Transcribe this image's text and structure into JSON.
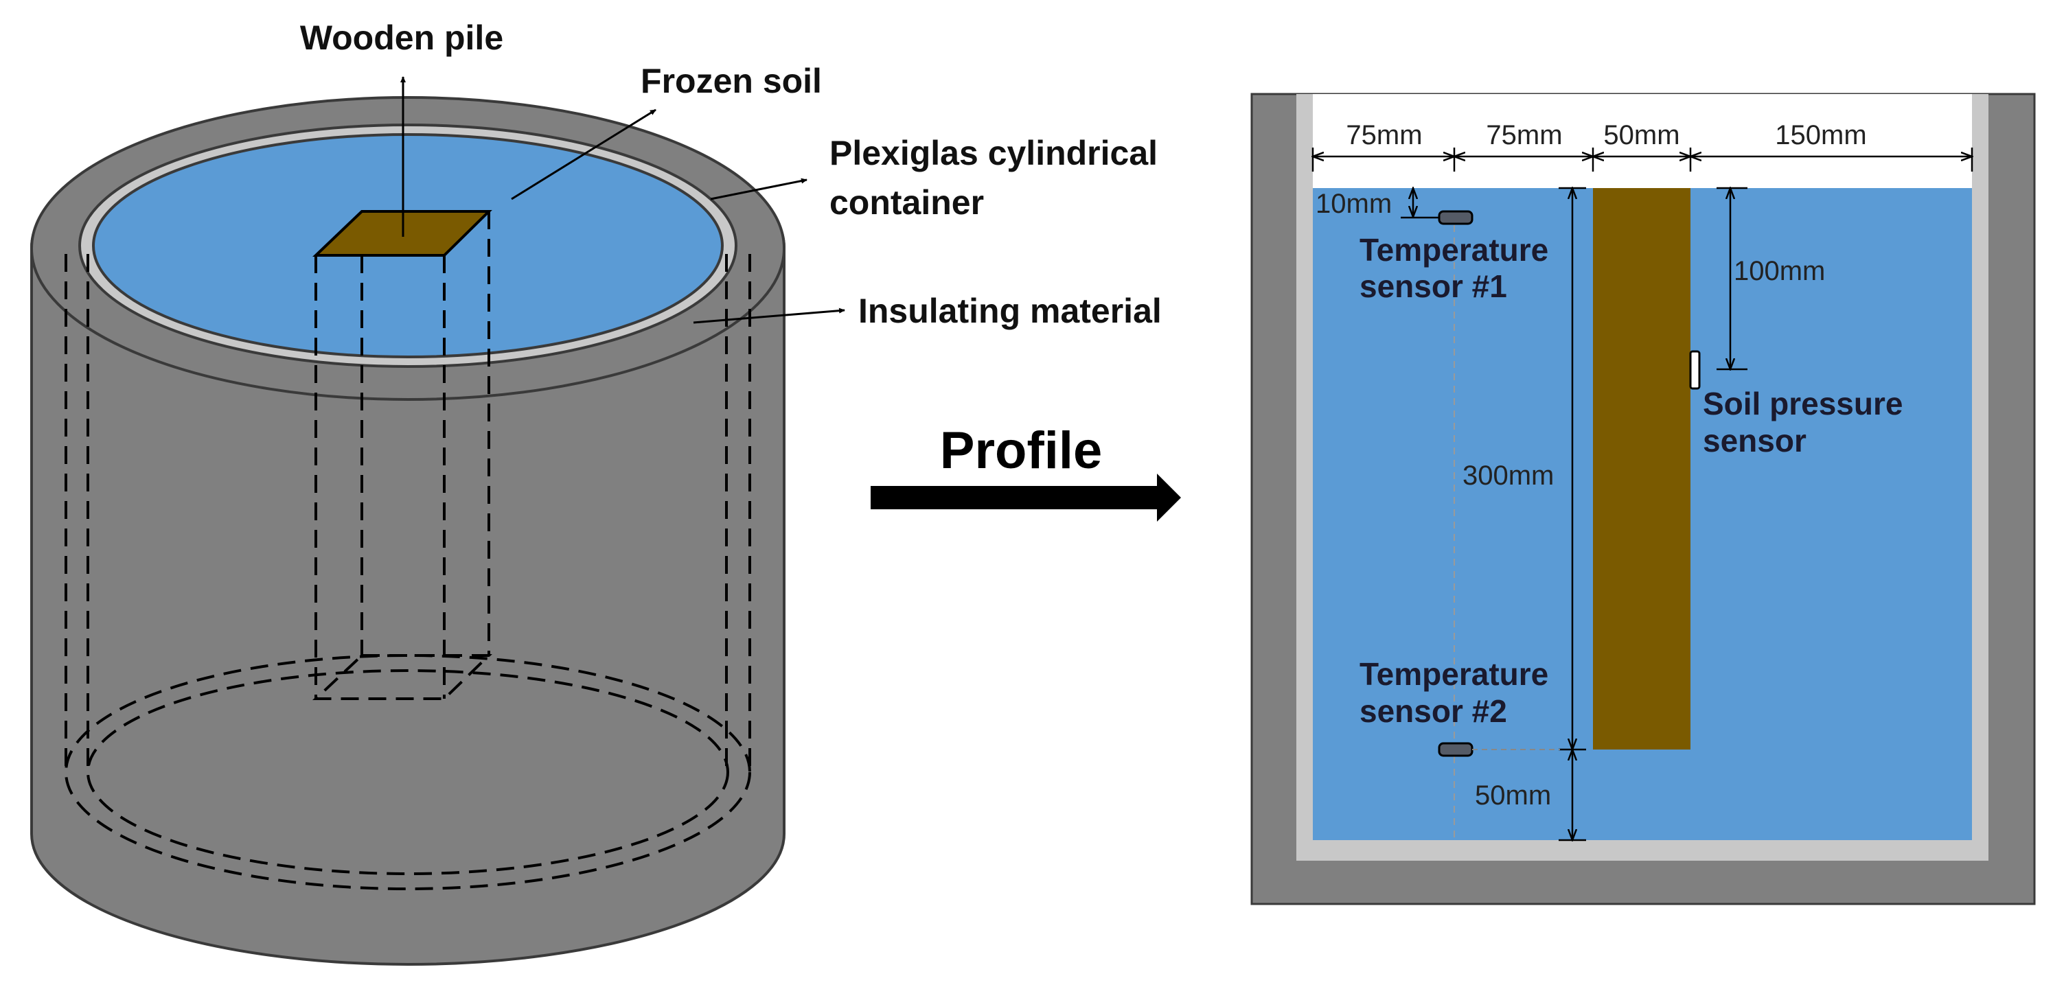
{
  "colors": {
    "soil": "#5b9bd5",
    "insulation": "#808080",
    "insulation_edge": "#3a3a3a",
    "plexiglas": "#c8c8c8",
    "pile": "#7a5a00",
    "sensor": "#555b66",
    "line": "#000000",
    "title_arrow": "#000000"
  },
  "cylinder": {
    "labels": {
      "wooden_pile": "Wooden pile",
      "frozen_soil": "Frozen soil",
      "plexiglas_line1": "Plexiglas cylindrical",
      "plexiglas_line2": "container",
      "insulating": "Insulating material"
    }
  },
  "profile": {
    "title": "Profile",
    "widths": [
      "75mm",
      "75mm",
      "50mm",
      "150mm"
    ],
    "depth_top_sensor": "10mm",
    "depth_pressure_sensor": "100mm",
    "pile_length": "300mm",
    "bottom_gap": "50mm",
    "sensor1_line1": "Temperature",
    "sensor1_line2": "sensor #1",
    "sensor2_line1": "Temperature",
    "sensor2_line2": "sensor #2",
    "pressure_line1": "Soil pressure",
    "pressure_line2": "sensor"
  }
}
